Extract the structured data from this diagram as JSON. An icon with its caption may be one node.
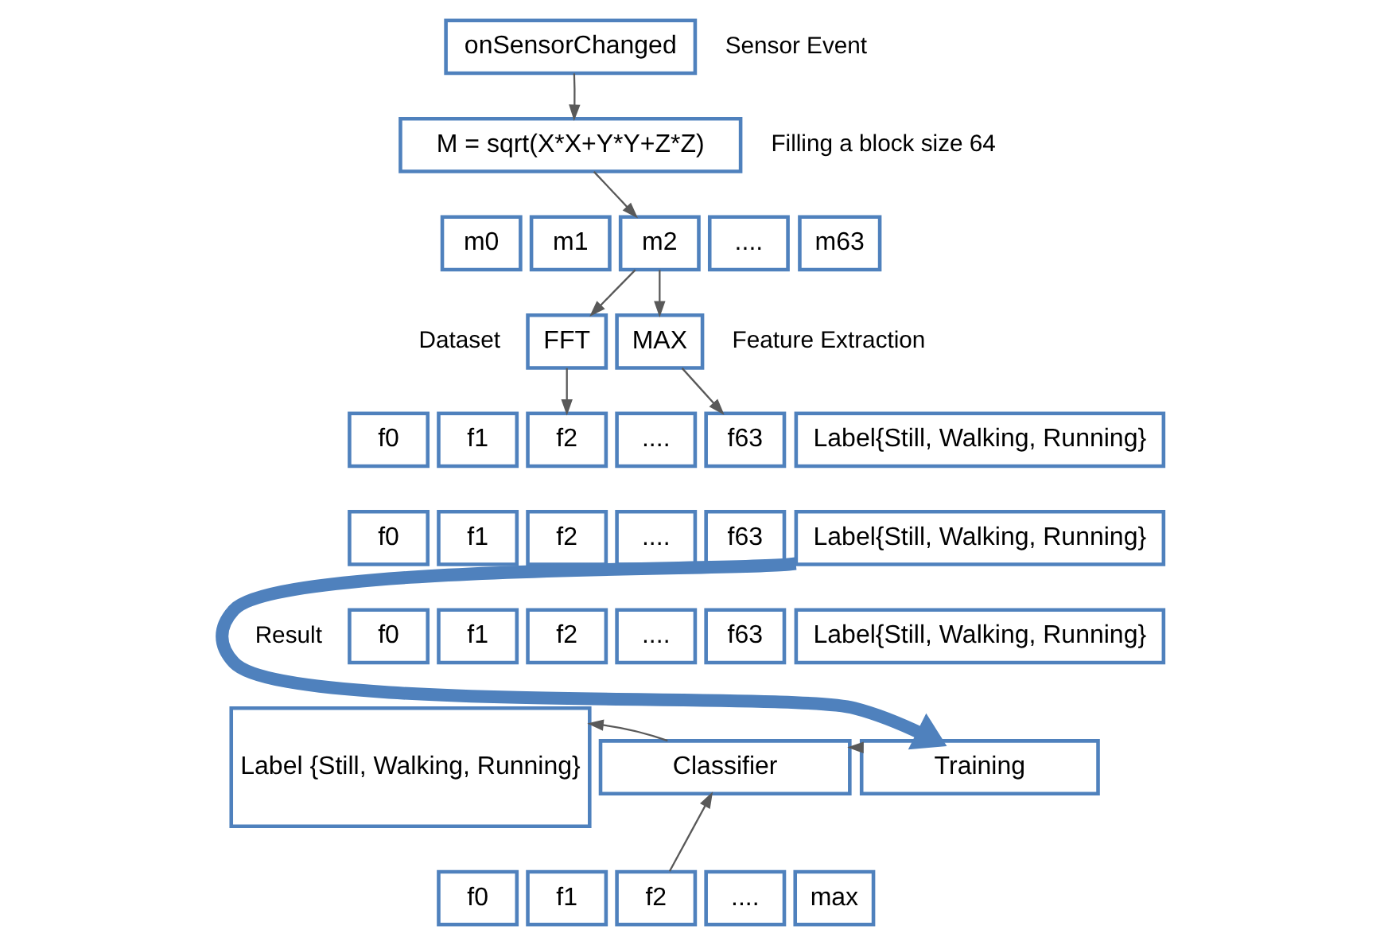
{
  "diagram": {
    "nodes": [
      {
        "text": [
          "onSensorChanged"
        ]
      },
      {
        "text": [
          "M = sqrt(X*X+Y*Y+Z*Z)"
        ]
      },
      {
        "text": [
          "m0"
        ]
      },
      {
        "text": [
          "m1"
        ]
      },
      {
        "text": [
          "m2"
        ]
      },
      {
        "text": [
          "...."
        ]
      },
      {
        "text": [
          "m63"
        ]
      },
      {
        "text": [
          "FFT"
        ]
      },
      {
        "text": [
          "MAX"
        ]
      },
      {
        "text": [
          "f0"
        ]
      },
      {
        "text": [
          "f1"
        ]
      },
      {
        "text": [
          "f2"
        ]
      },
      {
        "text": [
          "...."
        ]
      },
      {
        "text": [
          "f63"
        ]
      },
      {
        "text": [
          "Label{Still, Walking, Running}"
        ]
      },
      {
        "text": [
          "f0"
        ]
      },
      {
        "text": [
          "f1"
        ]
      },
      {
        "text": [
          "f2"
        ]
      },
      {
        "text": [
          "...."
        ]
      },
      {
        "text": [
          "f63"
        ]
      },
      {
        "text": [
          "Label{Still, Walking, Running}"
        ]
      },
      {
        "text": [
          "f0"
        ]
      },
      {
        "text": [
          "f1"
        ]
      },
      {
        "text": [
          "f2"
        ]
      },
      {
        "text": [
          "...."
        ]
      },
      {
        "text": [
          "f63"
        ]
      },
      {
        "text": [
          "Label{Still, Walking, Running}"
        ]
      },
      {
        "text": [
          "Label {Still, Walking, Running}"
        ]
      },
      {
        "text": [
          "Classifier"
        ]
      },
      {
        "text": [
          "Training"
        ]
      },
      {
        "text": [
          "f0"
        ]
      },
      {
        "text": [
          "f1"
        ]
      },
      {
        "text": [
          "f2"
        ]
      },
      {
        "text": [
          "...."
        ]
      },
      {
        "text": [
          "max"
        ]
      }
    ],
    "edges": [
      {
        "from": 0,
        "to": 1,
        "arrow": "to"
      },
      {
        "from": 1,
        "to": 4,
        "arrow": "to"
      },
      {
        "from": 4,
        "to": 7,
        "arrow": "to"
      },
      {
        "from": 4,
        "to": 8,
        "arrow": "to"
      },
      {
        "from": 7,
        "to": 11,
        "arrow": "to"
      },
      {
        "from": 8,
        "to": 13,
        "arrow": "to"
      },
      {
        "from": 20,
        "to": 29,
        "arrow": "to",
        "style": "thick",
        "color": "#4f81bd"
      },
      {
        "from": 28,
        "to": 27,
        "arrow": "to"
      },
      {
        "from": 29,
        "to": 28,
        "arrow": "to"
      },
      {
        "from": 32,
        "to": 28,
        "arrow": "to"
      }
    ],
    "labels": [
      "Sensor Event",
      "Filling a block size 64",
      "Feature Extraction",
      "Dataset",
      "Result"
    ]
  }
}
